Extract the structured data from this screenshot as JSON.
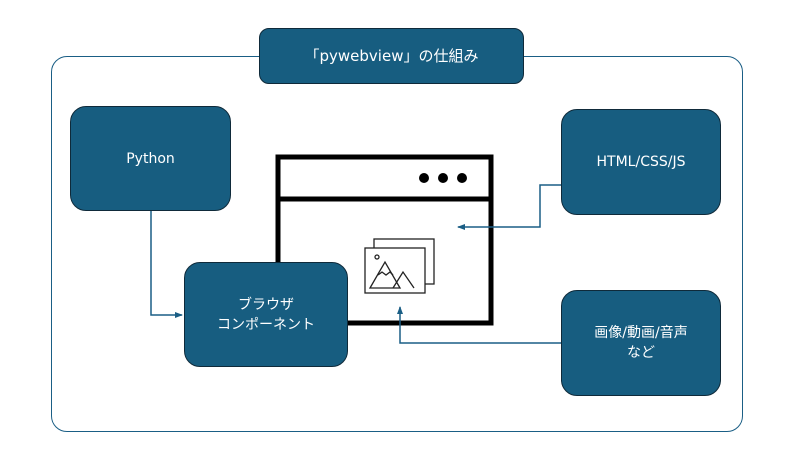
{
  "diagram": {
    "title": "「pywebview」の仕組み",
    "nodes": {
      "python": "Python",
      "browser_component": "ブラウザ\nコンポーネント",
      "web_assets": "HTML/CSS/JS",
      "media": "画像/動画/音声\nなど"
    },
    "icons": {
      "browser_window": "browser-window-icon",
      "images": "image-gallery-icon"
    },
    "colors": {
      "node_fill": "#175d80",
      "node_border": "#0f2a3a",
      "connector": "#1a5e85",
      "window_stroke": "#000000"
    },
    "edges": [
      {
        "from": "python",
        "to": "browser_component"
      },
      {
        "from": "web_assets",
        "to": "browser_window"
      },
      {
        "from": "media",
        "to": "images"
      }
    ]
  }
}
